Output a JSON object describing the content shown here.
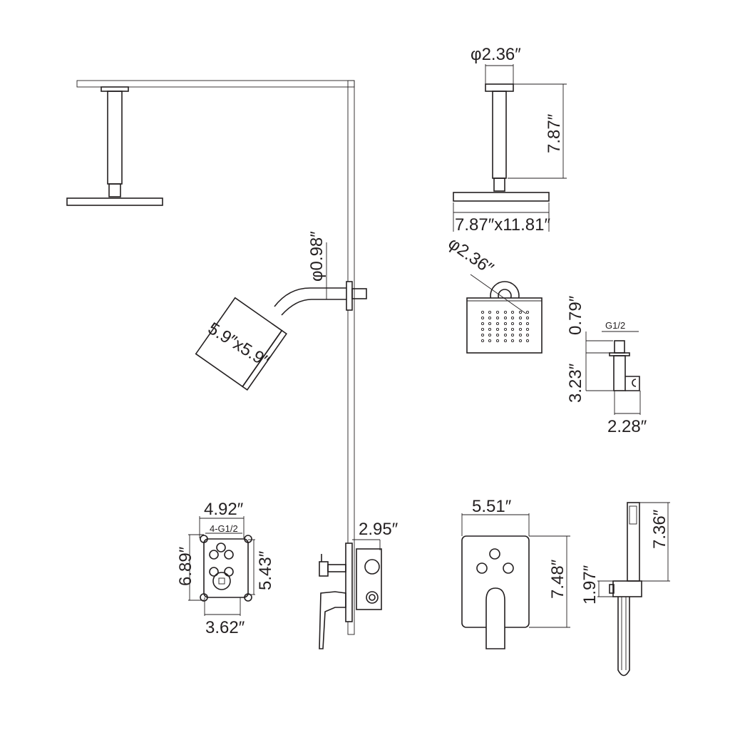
{
  "title": "Shower system dimension drawing",
  "dimensions": {
    "ceiling_flange_dia": "φ2.36″",
    "ceiling_arm_length": "7.87″",
    "rain_head_size": "7.87″x11.81″",
    "handheld_holder_dia": "φ2.36″",
    "bracket_top": "0.79″",
    "bracket_thread": "G1/2",
    "bracket_height": "3.23″",
    "bracket_depth": "2.28″",
    "wall_arm_dia": "φ0.98″",
    "wall_head_size": "5.9″x5.9″",
    "valve_width": "4.92″",
    "valve_inlets": "4-G1/2",
    "valve_height": "6.89″",
    "valve_inner_height": "5.43″",
    "valve_inner_width": "3.62″",
    "valve_depth": "2.95″",
    "trim_width": "5.51″",
    "trim_height": "7.48″",
    "hand_holder_height": "1.97″",
    "hand_shower_length": "7.36″"
  }
}
